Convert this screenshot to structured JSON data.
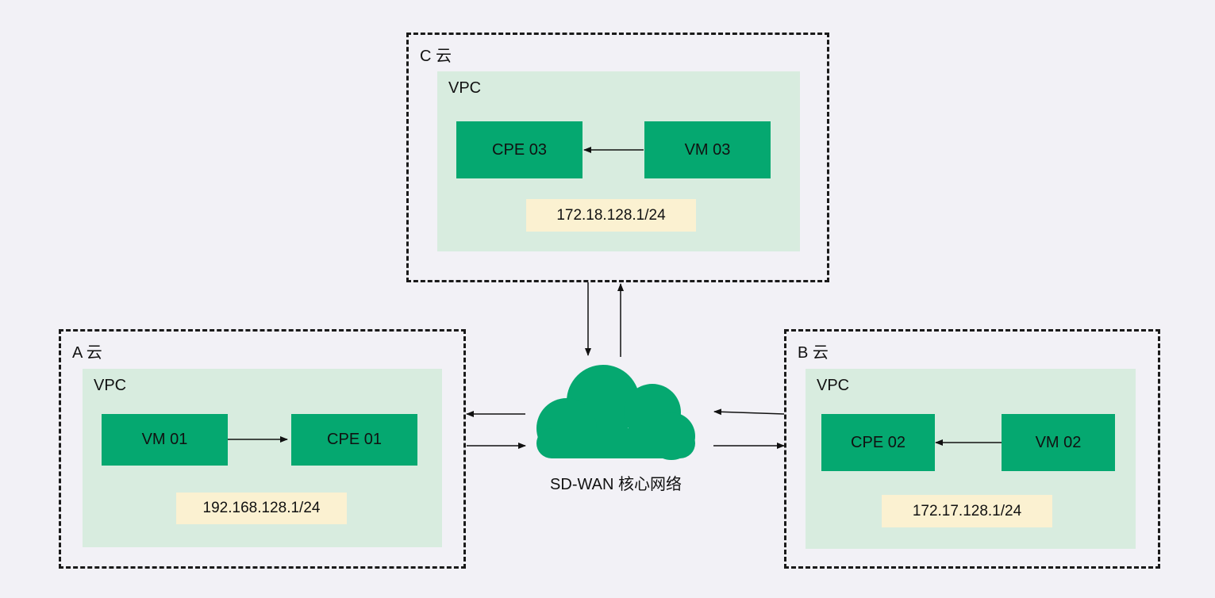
{
  "colors": {
    "background": "#f2f1f6",
    "vpc_fill": "#d8ecdf",
    "node_fill": "#05a870",
    "subnet_fill": "#fbf1d1",
    "core_cloud": "#05a870"
  },
  "cloud_c": {
    "label": "C 云",
    "vpc_label": "VPC",
    "node_left": "CPE 03",
    "node_right": "VM 03",
    "subnet": "172.18.128.1/24"
  },
  "cloud_a": {
    "label": "A 云",
    "vpc_label": "VPC",
    "node_left": "VM 01",
    "node_right": "CPE 01",
    "subnet": "192.168.128.1/24"
  },
  "cloud_b": {
    "label": "B 云",
    "vpc_label": "VPC",
    "node_left": "CPE 02",
    "node_right": "VM 02",
    "subnet": "172.17.128.1/24"
  },
  "core": {
    "label": "SD-WAN 核心网络",
    "icon": "cloud-icon"
  }
}
